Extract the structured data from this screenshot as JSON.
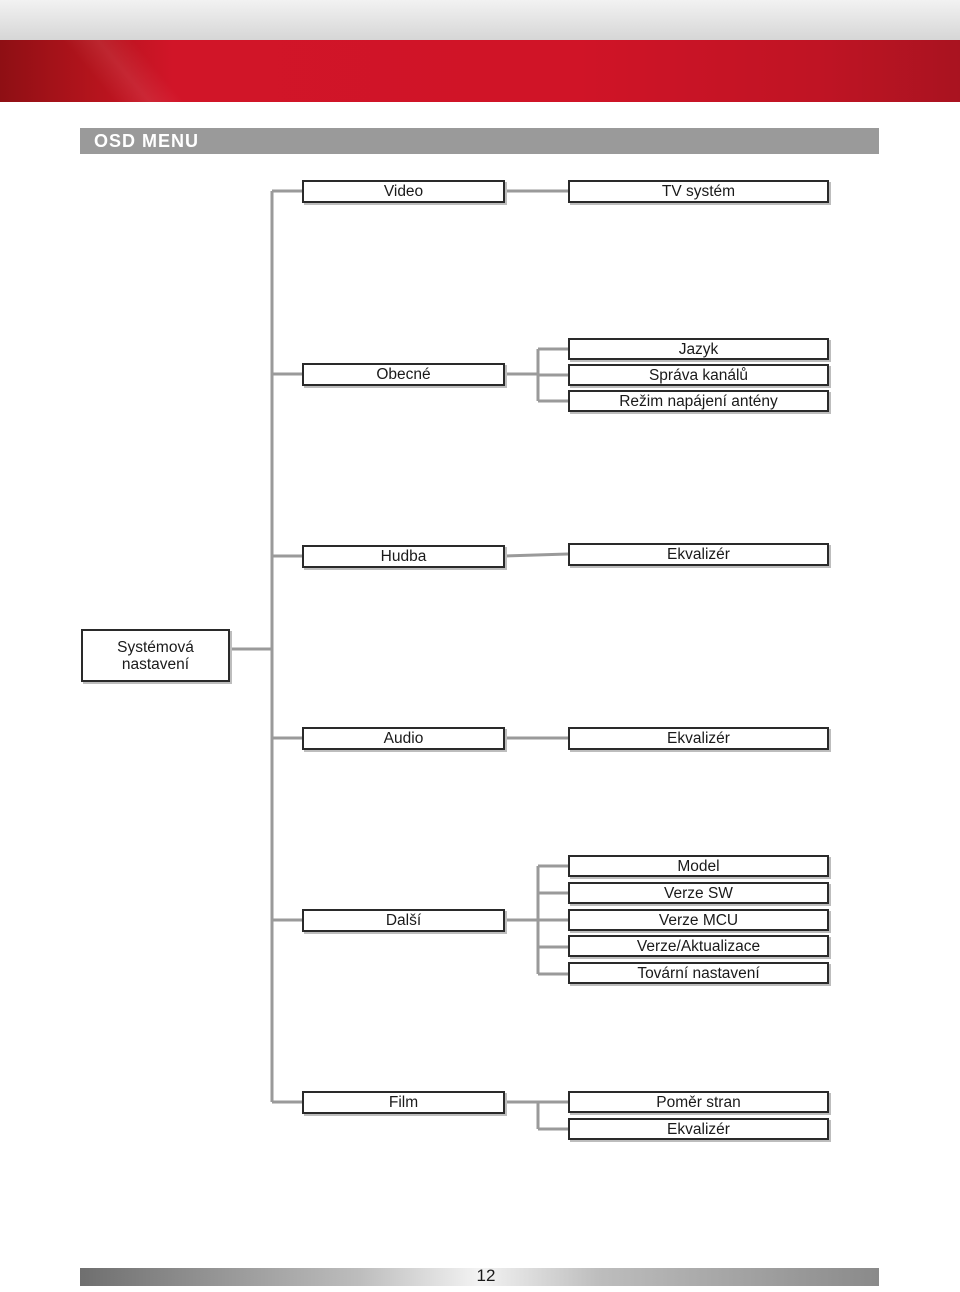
{
  "section": {
    "title": "OSD MENU"
  },
  "root": {
    "line1": "Systémová",
    "line2": "nastavení"
  },
  "menu": {
    "video": {
      "label": "Video",
      "items": [
        "TV systém"
      ]
    },
    "obecne": {
      "label": "Obecné",
      "items": [
        "Jazyk",
        "Správa kanálů",
        "Režim napájení antény"
      ]
    },
    "hudba": {
      "label": "Hudba",
      "items": [
        "Ekvalizér"
      ]
    },
    "audio": {
      "label": "Audio",
      "items": [
        "Ekvalizér"
      ]
    },
    "dalsi": {
      "label": "Další",
      "items": [
        "Model",
        "Verze SW",
        "Verze MCU",
        "Verze/Aktualizace",
        "Tovární nastavení"
      ]
    },
    "film": {
      "label": "Film",
      "items": [
        "Poměr stran",
        "Ekvalizér"
      ]
    }
  },
  "footer": {
    "page_number": "12"
  },
  "colors": {
    "header_red": "#d01427",
    "section_gray": "#9a9a9a",
    "connector_gray": "#9a9a9a"
  }
}
